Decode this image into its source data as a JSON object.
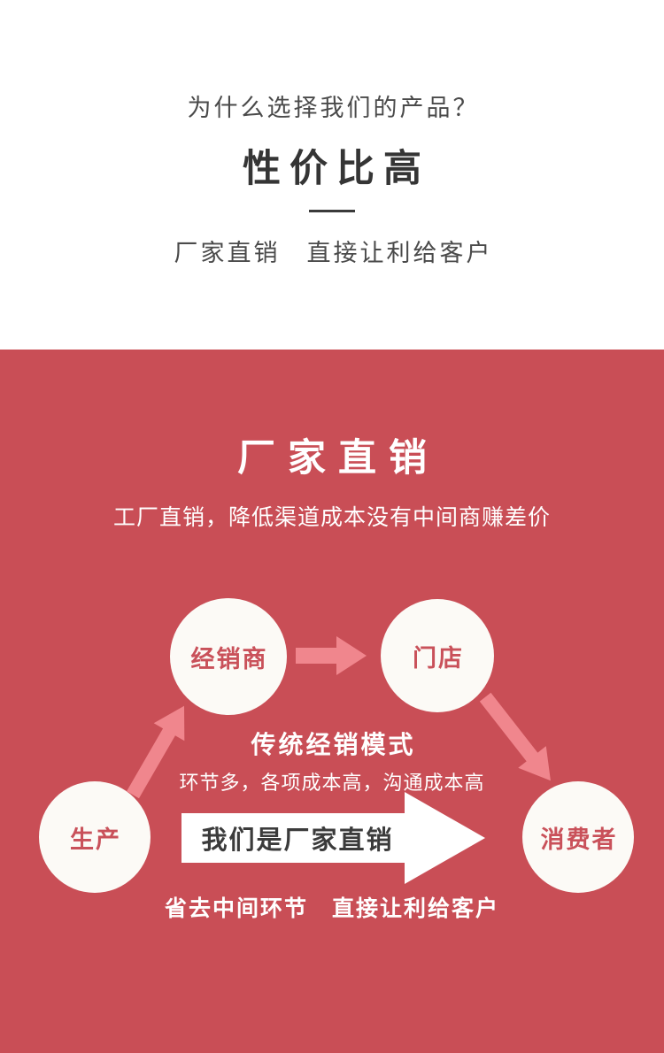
{
  "colors": {
    "background_red": "#c94e56",
    "arrow_pink": "#f0868d",
    "big_arrow_white": "#ffffff",
    "circle_fill": "#fcfaf6",
    "circle_text": "#c9515a",
    "dark_text": "#3a3a3a"
  },
  "intro": {
    "question": "为什么选择我们的产品？",
    "title": "性价比高",
    "tagline": "厂家直销　直接让利给客户"
  },
  "direct_sales": {
    "title": "厂家直销",
    "subtitle": "工厂直销，降低渠道成本没有中间商赚差价",
    "diagram": {
      "nodes": {
        "production": "生产",
        "distributor": "经销商",
        "store": "门店",
        "consumer": "消费者"
      },
      "traditional": {
        "title": "传统经销模式",
        "description": "环节多，各项成本高，沟通成本高"
      },
      "direct": {
        "arrow_label": "我们是厂家直销",
        "description": "省去中间环节　直接让利给客户"
      }
    }
  }
}
